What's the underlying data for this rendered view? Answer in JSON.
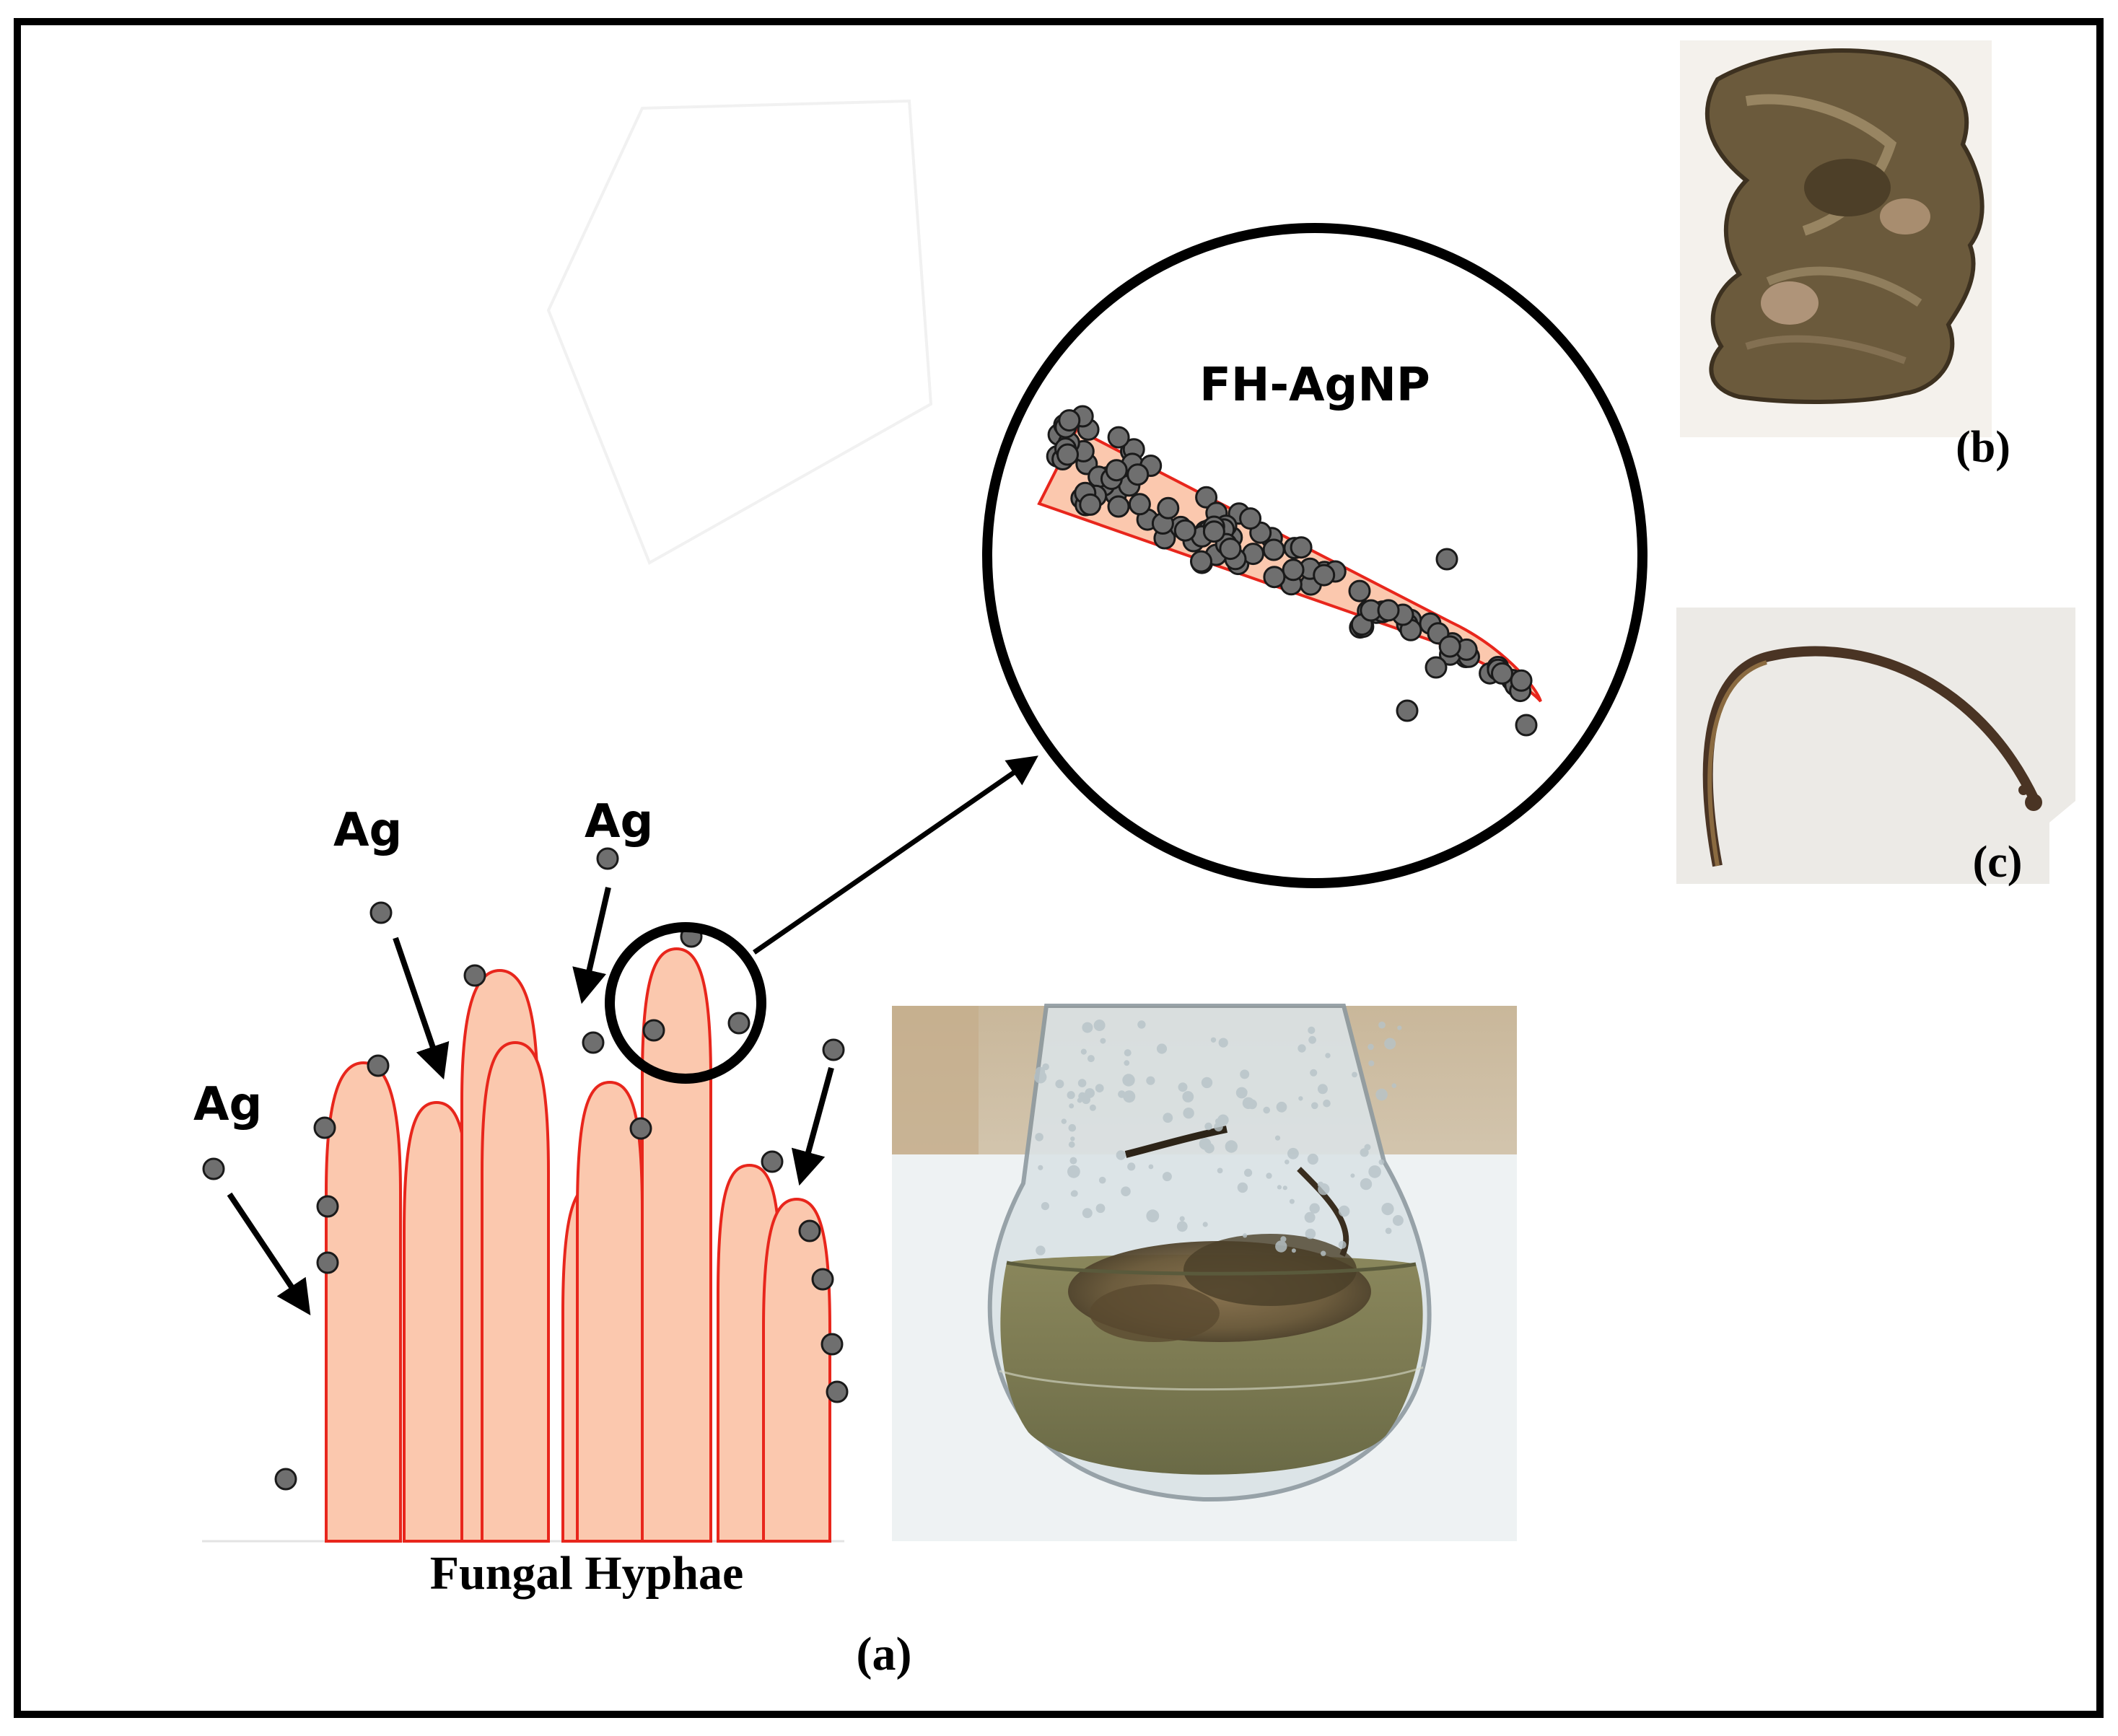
{
  "labels": {
    "ag_1": "Ag",
    "ag_2": "Ag",
    "ag_3": "Ag",
    "fh_agnp": "FH-AgNP",
    "fungal_hyphae": "Fungal Hyphae",
    "panel_a": "(a)",
    "panel_b": "(b)",
    "panel_c": "(c)"
  },
  "colors": {
    "hypha_fill": "#fbc8ae",
    "hypha_stroke": "#e8261c",
    "particle_fill": "#6f6f6f",
    "particle_stroke": "#1a1a1a",
    "frame": "#000000",
    "fungal_mat": "#6b5a3c",
    "broth": "#7c7a52",
    "fiber": "#4a3424"
  },
  "icons": {
    "hypha_shape": "fungal-hypha-shape",
    "nanoparticle": "silver-nanoparticle-dot",
    "magnifier": "zoom-circle",
    "flask_photo": "erlenmeyer-flask-photo",
    "mat_photo": "fungal-biomass-photo",
    "fiber_photo": "hypha-fiber-photo"
  }
}
